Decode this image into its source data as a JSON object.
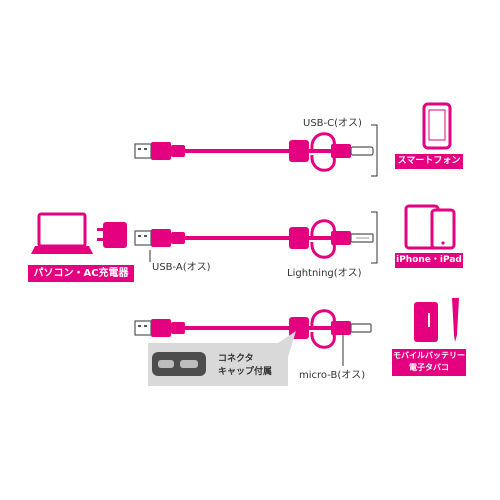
{
  "colors": {
    "accent": "#e4007f",
    "cable_dark": "#b8005f",
    "gray": "#555555",
    "light_gray": "#d9d9d9"
  },
  "source": {
    "label": "パソコン・AC充電器",
    "icons": [
      "laptop-icon",
      "ac-adapter-icon"
    ]
  },
  "cables": [
    {
      "connector": "USB-C(オス)",
      "device_label": "スマートフォン",
      "device_icon": "smartphone-icon"
    },
    {
      "connector": "Lightning(オス)",
      "device_label": "iPhone・iPad",
      "device_icon": "iphone-ipad-icon"
    },
    {
      "connector": "micro-B(オス)",
      "device_label": "モバイルバッテリー\n電子タバコ",
      "device_icon": "battery-ecig-icon"
    }
  ],
  "usb_a_label": "USB-A(オス)",
  "cap_callout": {
    "label": "コネクタ\nキャップ付属",
    "icon": "connector-cap-icon"
  }
}
